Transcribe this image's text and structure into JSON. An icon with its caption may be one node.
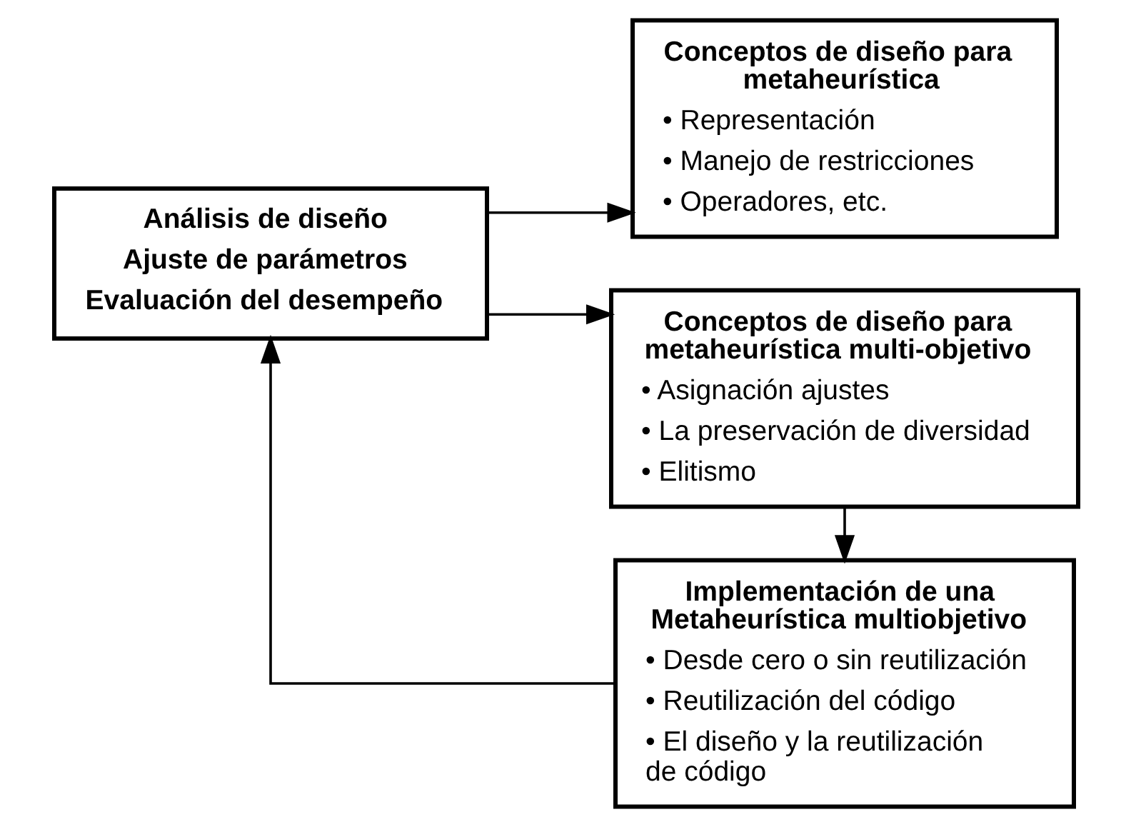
{
  "diagram": {
    "nodes": [
      {
        "text": [
          "Análisis de diseño",
          "Ajuste de parámetros",
          "Evaluación del desempeño"
        ]
      },
      {
        "text": [
          "Conceptos de diseño para metaheurística",
          "• Representación",
          "• Manejo de restricciones",
          "• Operadores, etc."
        ]
      },
      {
        "text": [
          "Conceptos de diseño para metaheurística multi-objetivo",
          "• Asignación ajustes",
          "• La preservación de diversidad",
          "• Elitismo"
        ]
      },
      {
        "text": [
          "Implementación de una Metaheurística multiobjetivo",
          "• Desde cero o sin reutilización",
          "• Reutilización del código",
          "• El diseño y la reutilización de código"
        ]
      }
    ],
    "edges": [
      {
        "from": 0,
        "to": 1,
        "arrow": "to"
      },
      {
        "from": 0,
        "to": 2,
        "arrow": "to"
      },
      {
        "from": 2,
        "to": 3,
        "arrow": "to"
      },
      {
        "from": 3,
        "to": 0,
        "arrow": "to"
      }
    ]
  }
}
